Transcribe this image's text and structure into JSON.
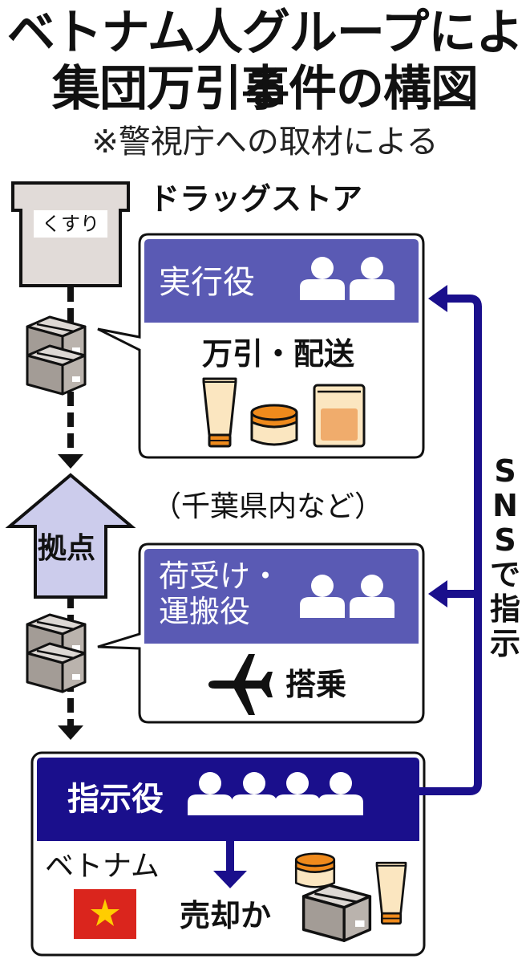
{
  "title": {
    "line1": "ベトナム人グループによる",
    "line2": "集団万引事件の構図",
    "source_note": "※警視庁への取材による"
  },
  "store": {
    "label": "ドラッグストア",
    "sign": "くすり"
  },
  "roles": [
    {
      "id": "executor",
      "name": "実行役",
      "people_count": 2,
      "action": "万引・配送",
      "items": [
        "tube-icon",
        "jar-icon",
        "bag-icon"
      ]
    },
    {
      "id": "receiver",
      "name_line1": "荷受け・",
      "name_line2": "運搬役",
      "people_count": 2,
      "action": "搭乗",
      "items": [
        "airplane-icon"
      ]
    },
    {
      "id": "director",
      "name": "指示役",
      "people_count": 4,
      "country": "ベトナム",
      "action": "売却か",
      "items": [
        "jar-icon",
        "tube-icon",
        "box-icon",
        "vietnam-flag-icon"
      ]
    }
  ],
  "base": {
    "label": "拠点",
    "location_note": "（千葉県内など）"
  },
  "instruction": {
    "label_chars": [
      "S",
      "N",
      "S",
      "で",
      "指",
      "示"
    ]
  },
  "colors": {
    "role_header": "#5a5ab4",
    "director_header": "#1a0f8c",
    "arrow_blue": "#1a0f8c",
    "base_fill": "#ccccec",
    "box_fill": "#b9b2ac",
    "store_fill": "#e1dbd8",
    "cosmetic_cream": "#fbe6c0",
    "cosmetic_orange": "#ef8a1c",
    "bag_inner": "#f0ac6c",
    "flag_red": "#da251d",
    "flag_star": "#ffcd00"
  }
}
